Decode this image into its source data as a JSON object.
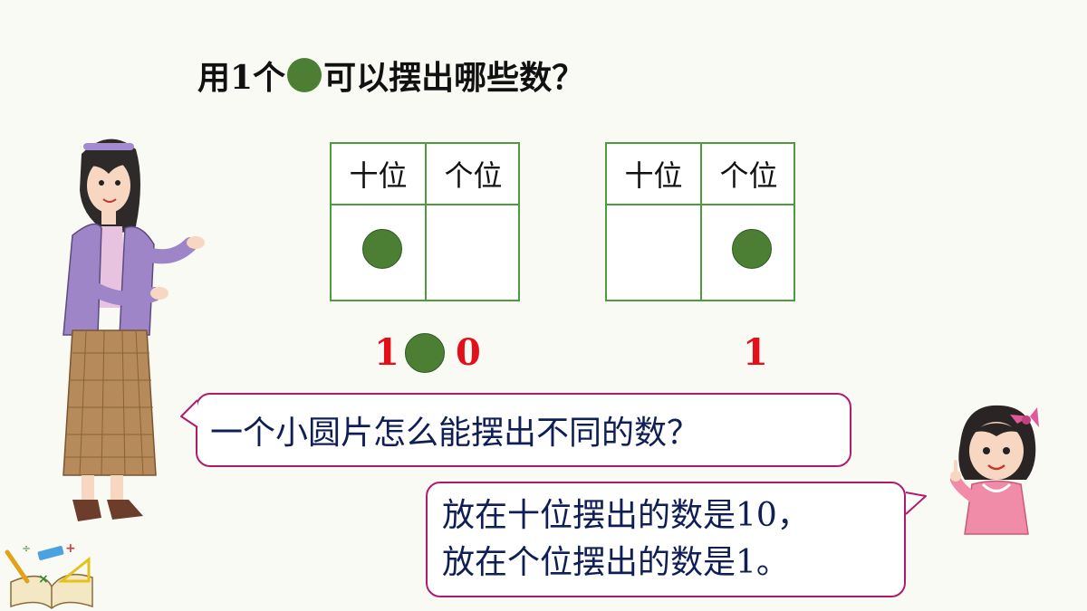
{
  "title": {
    "prefix": "用1个",
    "suffix": "可以摆出哪些数？",
    "counter_color": "#4c7f33"
  },
  "tables": [
    {
      "headers": [
        "十位",
        "个位"
      ],
      "counter_in": "十位",
      "result_parts": [
        "1",
        "0"
      ],
      "result_has_counter": true
    },
    {
      "headers": [
        "十位",
        "个位"
      ],
      "counter_in": "个位",
      "result_parts": [
        "1"
      ],
      "result_has_counter": false
    }
  ],
  "bubbles": {
    "teacher_question": "一个小圆片怎么能摆出不同的数？",
    "student_answer_line1": "放在十位摆出的数是10，",
    "student_answer_line2": "放在个位摆出的数是1。"
  },
  "colors": {
    "grid_green": "#4f9a3e",
    "counter_green": "#4c7f33",
    "number_red": "#e3101a",
    "bubble_border": "#b31a6e",
    "bubble_text": "#0f1f55"
  },
  "illustrations": [
    "teacher-figure",
    "girl-figure",
    "stationery-icon"
  ]
}
